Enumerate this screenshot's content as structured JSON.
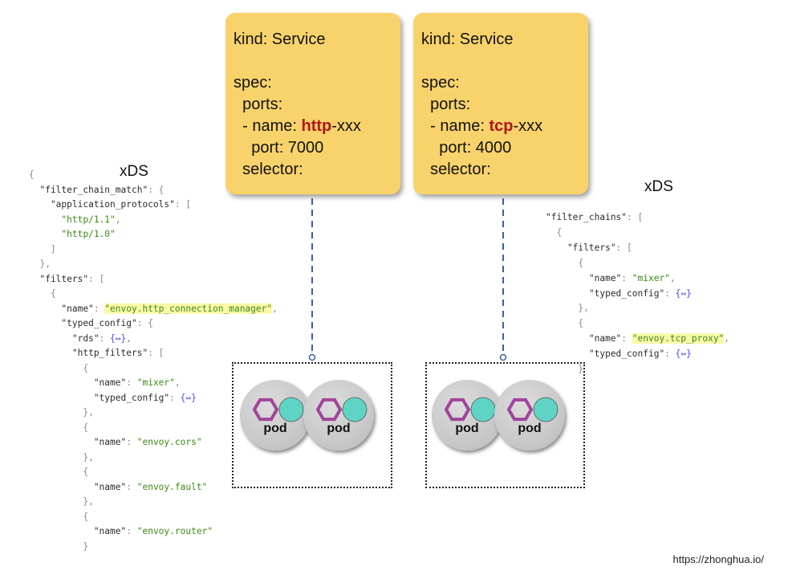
{
  "services": [
    {
      "lines": [
        {
          "text": "kind: Service"
        },
        {
          "text": ""
        },
        {
          "text": "spec:"
        },
        {
          "text": "  ports:"
        },
        {
          "prefix": "  - name: ",
          "highlight": "http",
          "suffix": "-xxx"
        },
        {
          "text": "    port: 7000"
        },
        {
          "text": "  selector:"
        }
      ]
    },
    {
      "lines": [
        {
          "text": "kind: Service"
        },
        {
          "text": ""
        },
        {
          "text": "spec:"
        },
        {
          "text": "  ports:"
        },
        {
          "prefix": "  - name: ",
          "highlight": "tcp",
          "suffix": "-xxx"
        },
        {
          "text": "    port: 4000"
        },
        {
          "text": "  selector:"
        }
      ]
    }
  ],
  "xds_left_title": "xDS",
  "xds_right_title": "xDS",
  "pods": {
    "label": "pod"
  },
  "left_code": [
    [
      {
        "t": "{",
        "c": "p"
      }
    ],
    [
      {
        "t": "  \"filter_chain_match\"",
        "c": "k"
      },
      {
        "t": ": {",
        "c": "p"
      }
    ],
    [
      {
        "t": "    \"application_protocols\"",
        "c": "k"
      },
      {
        "t": ": [",
        "c": "p"
      }
    ],
    [
      {
        "t": "      \"http/1.1\"",
        "c": "s"
      },
      {
        "t": ",",
        "c": "p"
      }
    ],
    [
      {
        "t": "      \"http/1.0\"",
        "c": "s"
      }
    ],
    [
      {
        "t": "    ]",
        "c": "p"
      }
    ],
    [
      {
        "t": "  },",
        "c": "p"
      }
    ],
    [
      {
        "t": "  \"filters\"",
        "c": "k"
      },
      {
        "t": ": [",
        "c": "p"
      }
    ],
    [
      {
        "t": "    {",
        "c": "p"
      }
    ],
    [
      {
        "t": "      \"name\"",
        "c": "k"
      },
      {
        "t": ": ",
        "c": "p"
      },
      {
        "t": "\"envoy.http_connection_manager\"",
        "c": "s y"
      },
      {
        "t": ",",
        "c": "p"
      }
    ],
    [
      {
        "t": "      \"typed_config\"",
        "c": "k"
      },
      {
        "t": ": {",
        "c": "p"
      }
    ],
    [
      {
        "t": "        \"rds\"",
        "c": "k"
      },
      {
        "t": ": ",
        "c": "p"
      },
      {
        "t": "{↔}",
        "c": "fold"
      },
      {
        "t": ",",
        "c": "p"
      }
    ],
    [
      {
        "t": "        \"http_filters\"",
        "c": "k"
      },
      {
        "t": ": [",
        "c": "p"
      }
    ],
    [
      {
        "t": "          {",
        "c": "p"
      }
    ],
    [
      {
        "t": "            \"name\"",
        "c": "k"
      },
      {
        "t": ": ",
        "c": "p"
      },
      {
        "t": "\"mixer\"",
        "c": "s"
      },
      {
        "t": ",",
        "c": "p"
      }
    ],
    [
      {
        "t": "            \"typed_config\"",
        "c": "k"
      },
      {
        "t": ": ",
        "c": "p"
      },
      {
        "t": "{↔}",
        "c": "fold"
      }
    ],
    [
      {
        "t": "          },",
        "c": "p"
      }
    ],
    [
      {
        "t": "          {",
        "c": "p"
      }
    ],
    [
      {
        "t": "            \"name\"",
        "c": "k"
      },
      {
        "t": ": ",
        "c": "p"
      },
      {
        "t": "\"envoy.cors\"",
        "c": "s"
      }
    ],
    [
      {
        "t": "          },",
        "c": "p"
      }
    ],
    [
      {
        "t": "          {",
        "c": "p"
      }
    ],
    [
      {
        "t": "            \"name\"",
        "c": "k"
      },
      {
        "t": ": ",
        "c": "p"
      },
      {
        "t": "\"envoy.fault\"",
        "c": "s"
      }
    ],
    [
      {
        "t": "          },",
        "c": "p"
      }
    ],
    [
      {
        "t": "          {",
        "c": "p"
      }
    ],
    [
      {
        "t": "            \"name\"",
        "c": "k"
      },
      {
        "t": ": ",
        "c": "p"
      },
      {
        "t": "\"envoy.router\"",
        "c": "s"
      }
    ],
    [
      {
        "t": "          }",
        "c": "p"
      }
    ]
  ],
  "right_code": [
    [
      {
        "t": "\"filter_chains\"",
        "c": "k"
      },
      {
        "t": ": [",
        "c": "p"
      }
    ],
    [
      {
        "t": "  {",
        "c": "p"
      }
    ],
    [
      {
        "t": "    \"filters\"",
        "c": "k"
      },
      {
        "t": ": [",
        "c": "p"
      }
    ],
    [
      {
        "t": "      {",
        "c": "p"
      }
    ],
    [
      {
        "t": "        \"name\"",
        "c": "k"
      },
      {
        "t": ": ",
        "c": "p"
      },
      {
        "t": "\"mixer\"",
        "c": "s"
      },
      {
        "t": ",",
        "c": "p"
      }
    ],
    [
      {
        "t": "        \"typed_config\"",
        "c": "k"
      },
      {
        "t": ": ",
        "c": "p"
      },
      {
        "t": "{↔}",
        "c": "fold"
      }
    ],
    [
      {
        "t": "      },",
        "c": "p"
      }
    ],
    [
      {
        "t": "      {",
        "c": "p"
      }
    ],
    [
      {
        "t": "        \"name\"",
        "c": "k"
      },
      {
        "t": ": ",
        "c": "p"
      },
      {
        "t": "\"envoy.tcp_proxy\"",
        "c": "s y"
      },
      {
        "t": ",",
        "c": "p"
      }
    ],
    [
      {
        "t": "        \"typed_config\"",
        "c": "k"
      },
      {
        "t": ": ",
        "c": "p"
      },
      {
        "t": "{↔}",
        "c": "fold"
      }
    ],
    [
      {
        "t": "      }",
        "c": "p"
      }
    ]
  ],
  "footer": "https://zhonghua.io/",
  "colors": {
    "service_box": "#f8d36b",
    "highlight_red": "#b3141c",
    "link_line": "#3a5fa8",
    "hexagon": "#a0459b",
    "sidecar": "#5fd3c4"
  }
}
